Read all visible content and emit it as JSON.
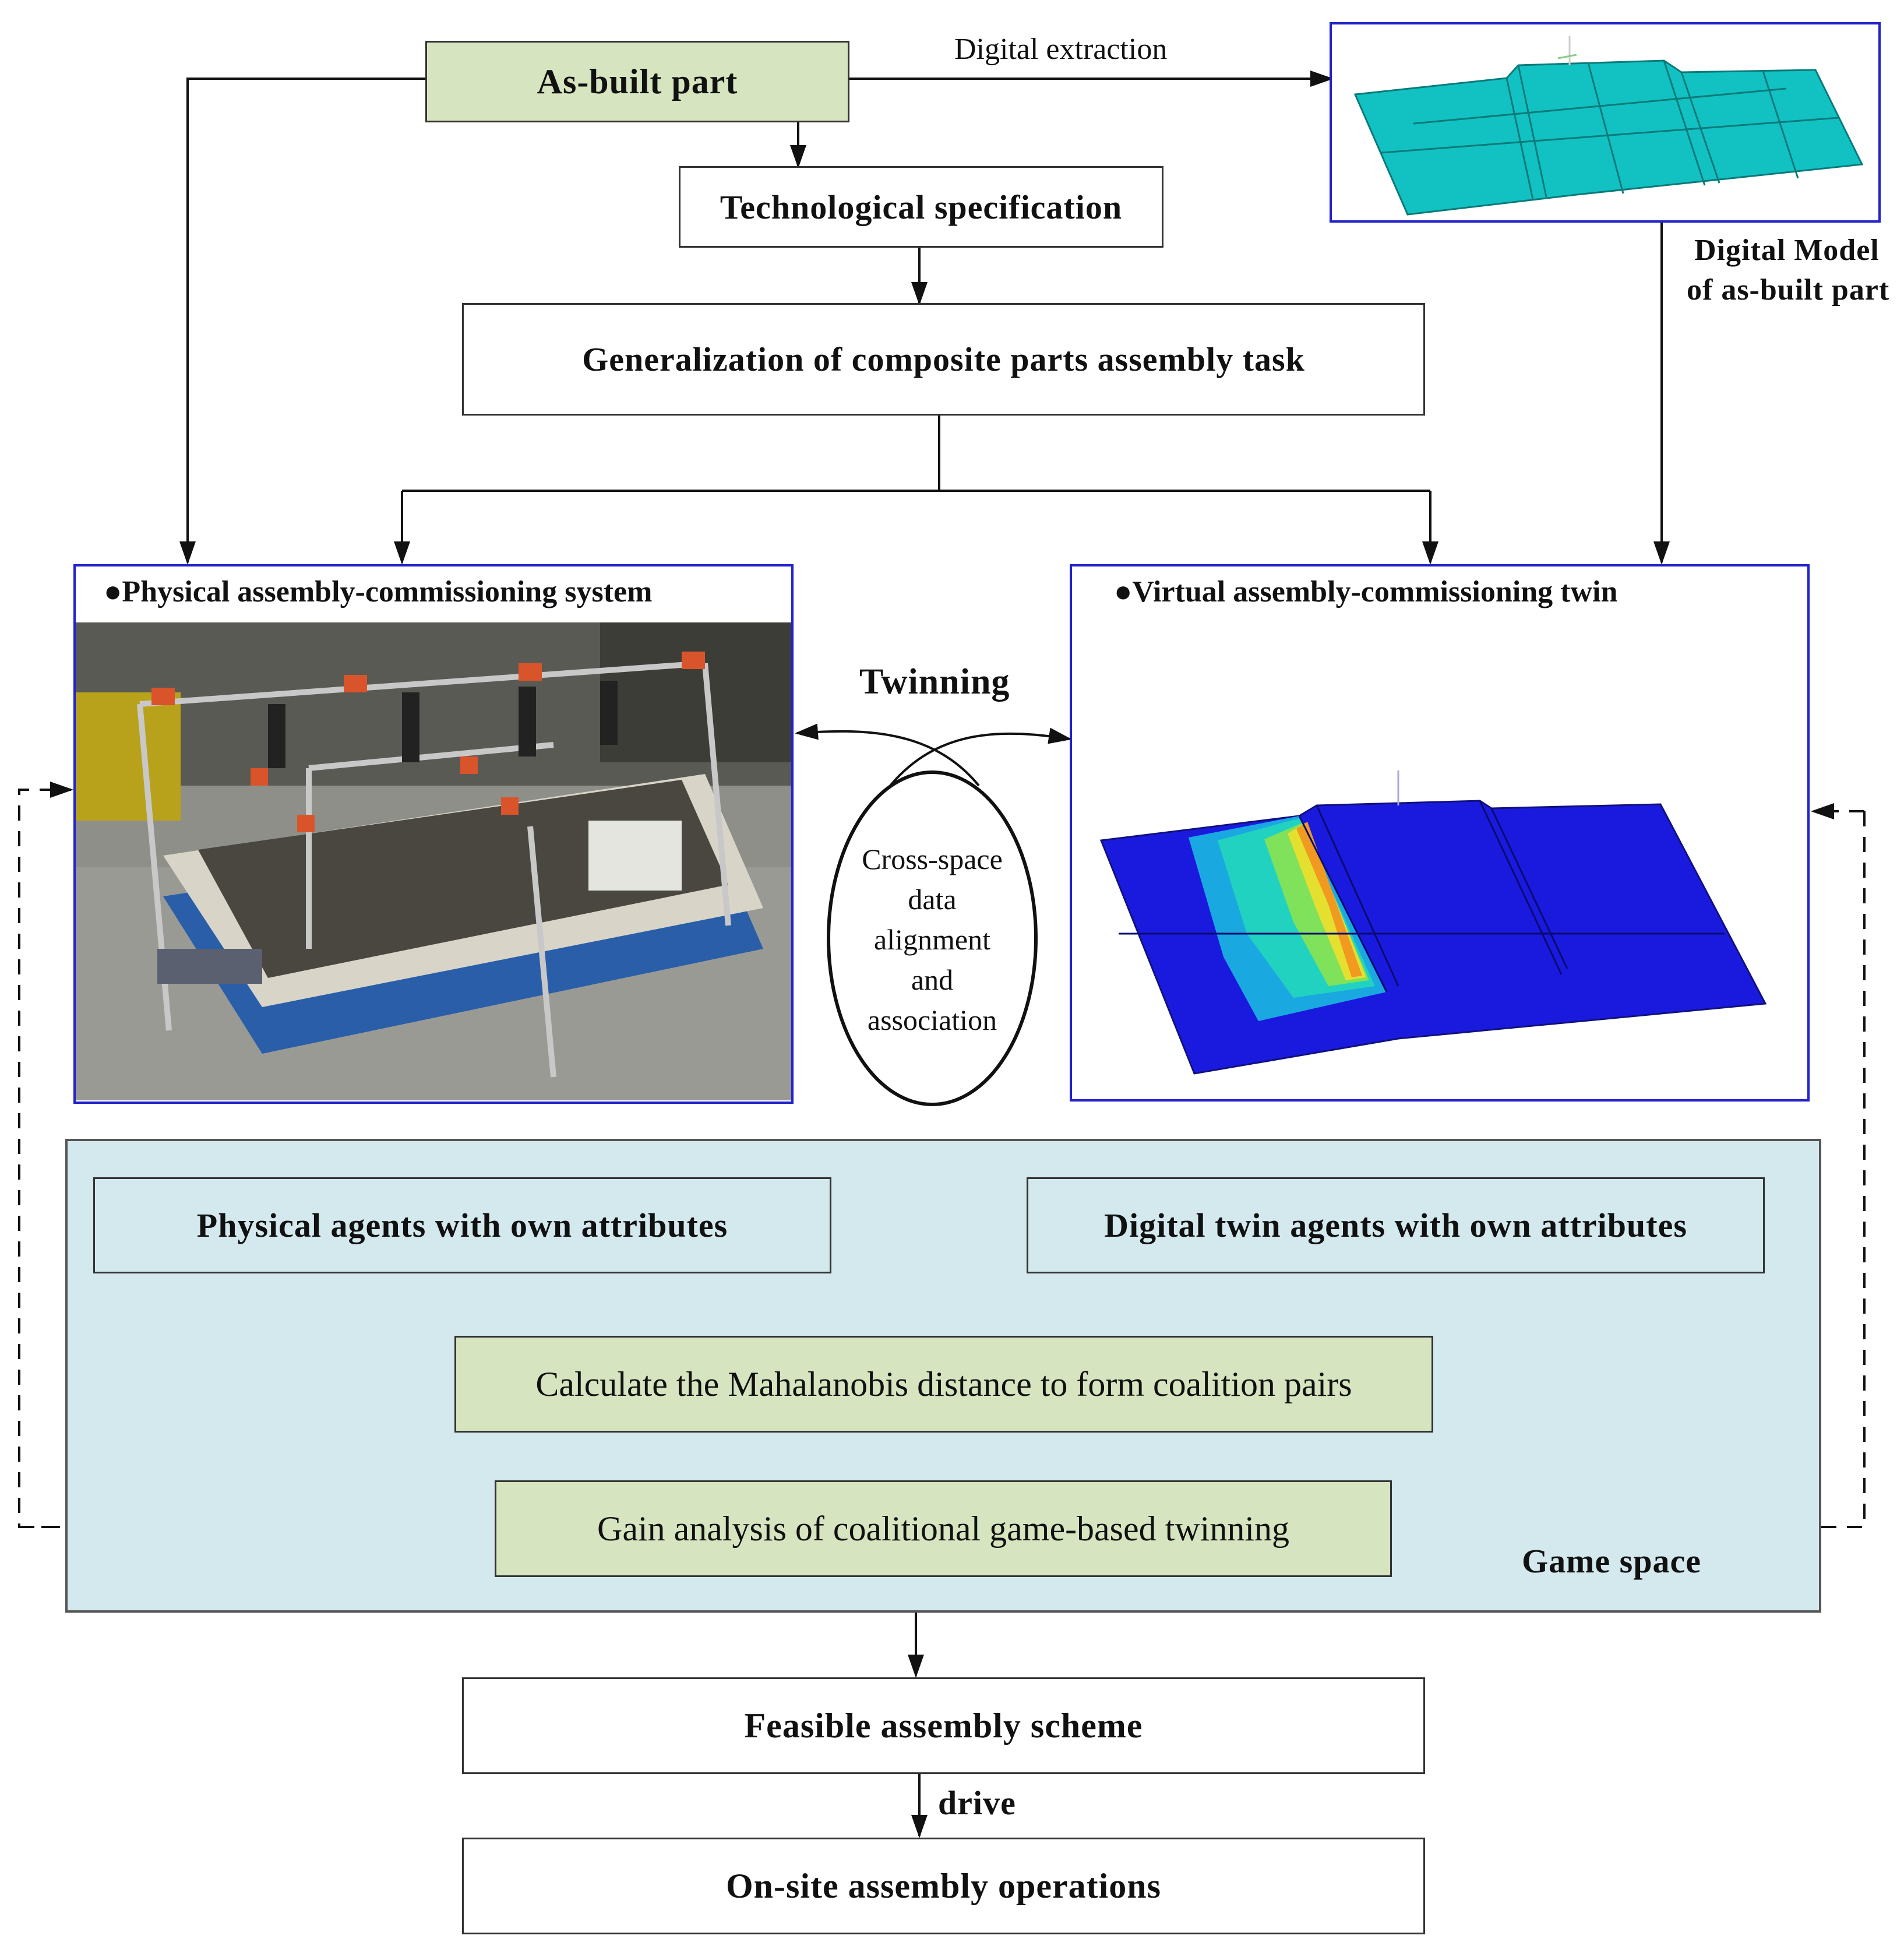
{
  "nodes": {
    "as_built": "As-built part",
    "tech_spec": "Technological specification",
    "generalization": "Generalization of composite parts assembly task",
    "physical_agents": "Physical agents with own attributes",
    "digital_agents": "Digital twin agents with own attributes",
    "mahalanobis": "Calculate the Mahalanobis distance to form coalition pairs",
    "gain_analysis": "Gain analysis of coalitional game-based twinning",
    "feasible": "Feasible assembly scheme",
    "onsite": "On-site assembly operations"
  },
  "labels": {
    "digital_extraction": "Digital extraction",
    "digital_model_line1": "Digital Model",
    "digital_model_line2": "of as-built part",
    "twinning": "Twinning",
    "cross_space_1": "Cross-space",
    "cross_space_2": "data",
    "cross_space_3": "alignment",
    "cross_space_4": "and",
    "cross_space_5": "association",
    "game_space": "Game space",
    "drive": "drive"
  },
  "panels": {
    "physical": "●Physical assembly-commissioning system",
    "virtual": "●Virtual assembly-commissioning twin"
  },
  "colors": {
    "green_box": "#d6e4bf",
    "game_space_bg": "#d3e9ee",
    "panel_border": "#2222cc",
    "model_cyan": "#12c2c2",
    "fem_blue": "#1a1adf"
  }
}
